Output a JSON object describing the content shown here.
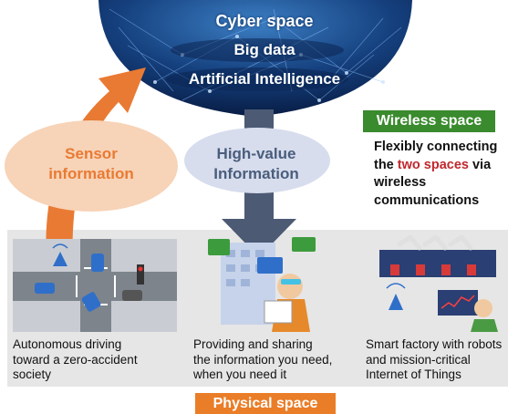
{
  "cyber_space": {
    "title": "Cyber space",
    "line2": "Big data",
    "line3": "Artificial Intelligence"
  },
  "sensor": {
    "line1": "Sensor",
    "line2": "information"
  },
  "high_value": {
    "line1": "High-value",
    "line2": "Information"
  },
  "wireless": {
    "badge": "Wireless space",
    "desc_part1": "Flexibly connecting",
    "desc_part2": "the ",
    "desc_highlight": "two spaces",
    "desc_part3": " via",
    "desc_part4": "wireless",
    "desc_part5": "communications"
  },
  "physical_space": {
    "badge": "Physical space",
    "panels": [
      {
        "caption_lines": [
          "Autonomous driving",
          "toward a zero-accident",
          "society"
        ]
      },
      {
        "caption_lines": [
          "Providing and sharing",
          "the information you need,",
          "when you need it"
        ]
      },
      {
        "caption_lines": [
          "Smart factory with robots",
          "and mission-critical",
          "Internet of Things"
        ]
      }
    ]
  },
  "colors": {
    "cyber_globe": "#0f2f63",
    "sensor_arrow": "#e97a33",
    "wireless_badge": "#3a8a2e",
    "physical_badge": "#ea7d28",
    "highlight": "#c0272d"
  }
}
